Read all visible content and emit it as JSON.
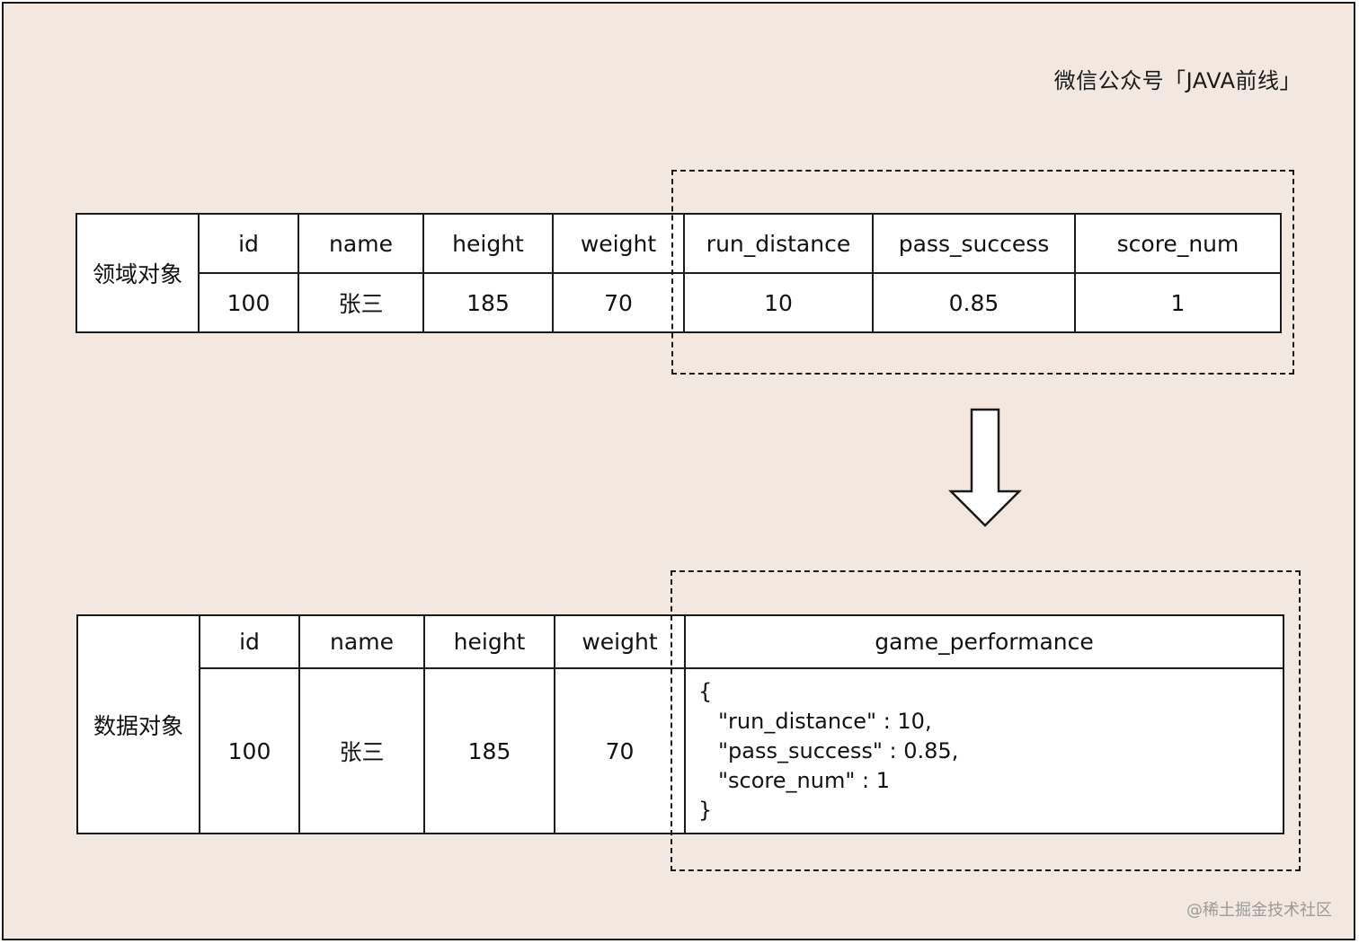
{
  "watermark": "微信公众号「JAVA前线」",
  "footer_watermark": "@稀土掘金技术社区",
  "domain_object": {
    "label": "领域对象",
    "headers": [
      "id",
      "name",
      "height",
      "weight",
      "run_distance",
      "pass_success",
      "score_num"
    ],
    "values": [
      "100",
      "张三",
      "185",
      "70",
      "10",
      "0.85",
      "1"
    ]
  },
  "data_object": {
    "label": "数据对象",
    "headers": [
      "id",
      "name",
      "height",
      "weight",
      "game_performance"
    ],
    "values": [
      "100",
      "张三",
      "185",
      "70"
    ],
    "json_lines": [
      "{",
      "\"run_distance\" : 10,",
      "\"pass_success\" : 0.85,",
      "\"score_num\" : 1",
      "}"
    ]
  },
  "arrow_icon": "down-arrow-icon"
}
